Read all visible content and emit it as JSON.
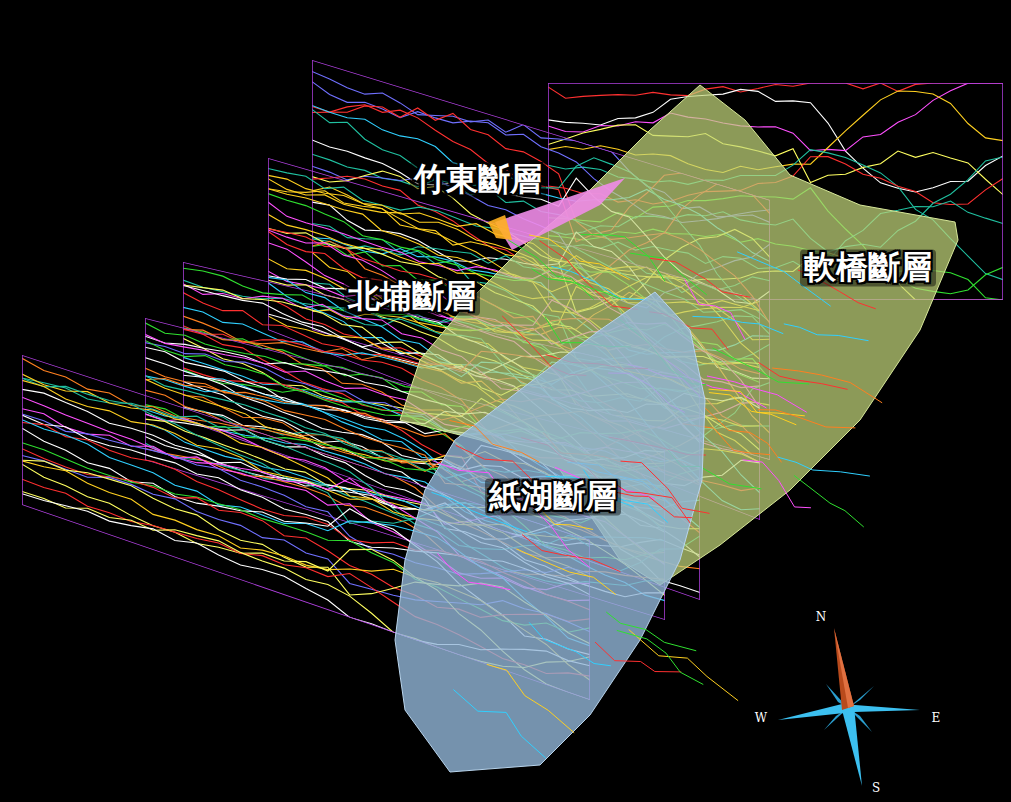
{
  "diagram": {
    "labels": [
      "竹東斷層",
      "北埔斷層",
      "軟橋斷層",
      "紙湖斷層",
      "N",
      "E",
      "S",
      "W"
    ]
  }
}
